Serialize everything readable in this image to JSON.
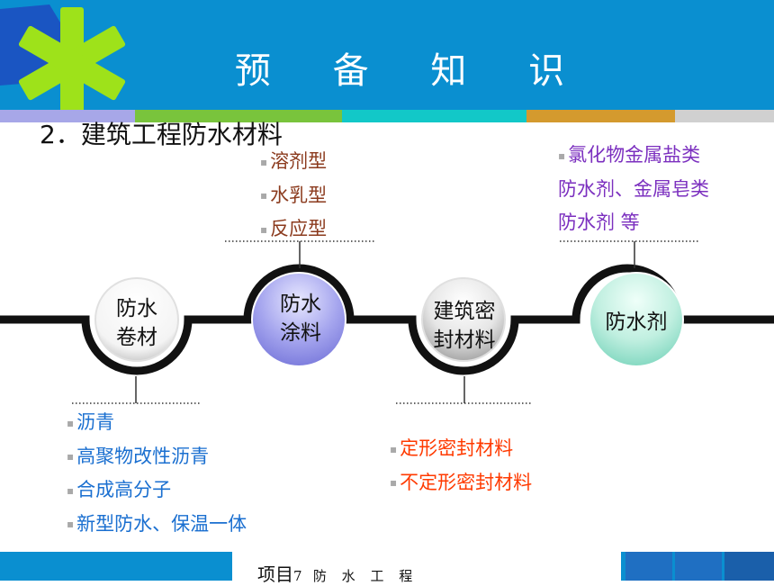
{
  "header": {
    "title": "预 备 知 识"
  },
  "section": {
    "subtitle": "2．建筑工程防水材料"
  },
  "nodes": [
    {
      "label_line1": "防水",
      "label_line2": "卷材"
    },
    {
      "label_line1": "防水",
      "label_line2": "涂料"
    },
    {
      "label_line1": "建筑密",
      "label_line2": "封材料"
    },
    {
      "label_line1": "防水剂",
      "label_line2": ""
    }
  ],
  "coatings": [
    "溶剂型",
    "水乳型",
    "反应型"
  ],
  "rolls": [
    "沥青",
    "高聚物改性沥青",
    "合成高分子",
    "新型防水、保温一体"
  ],
  "sealants": [
    "定形密封材料",
    "不定形密封材料"
  ],
  "agents": {
    "line1": "氯化物金属盐类",
    "line2": "防水剂、金属皂类",
    "line3": "防水剂 等"
  },
  "footer": {
    "project": "项目",
    "number": "7",
    "name": "防 水 工 程"
  },
  "colors": {
    "header": "#0a8fd0",
    "footer": "#0a8fd0",
    "accent_green": "#86d21e"
  }
}
